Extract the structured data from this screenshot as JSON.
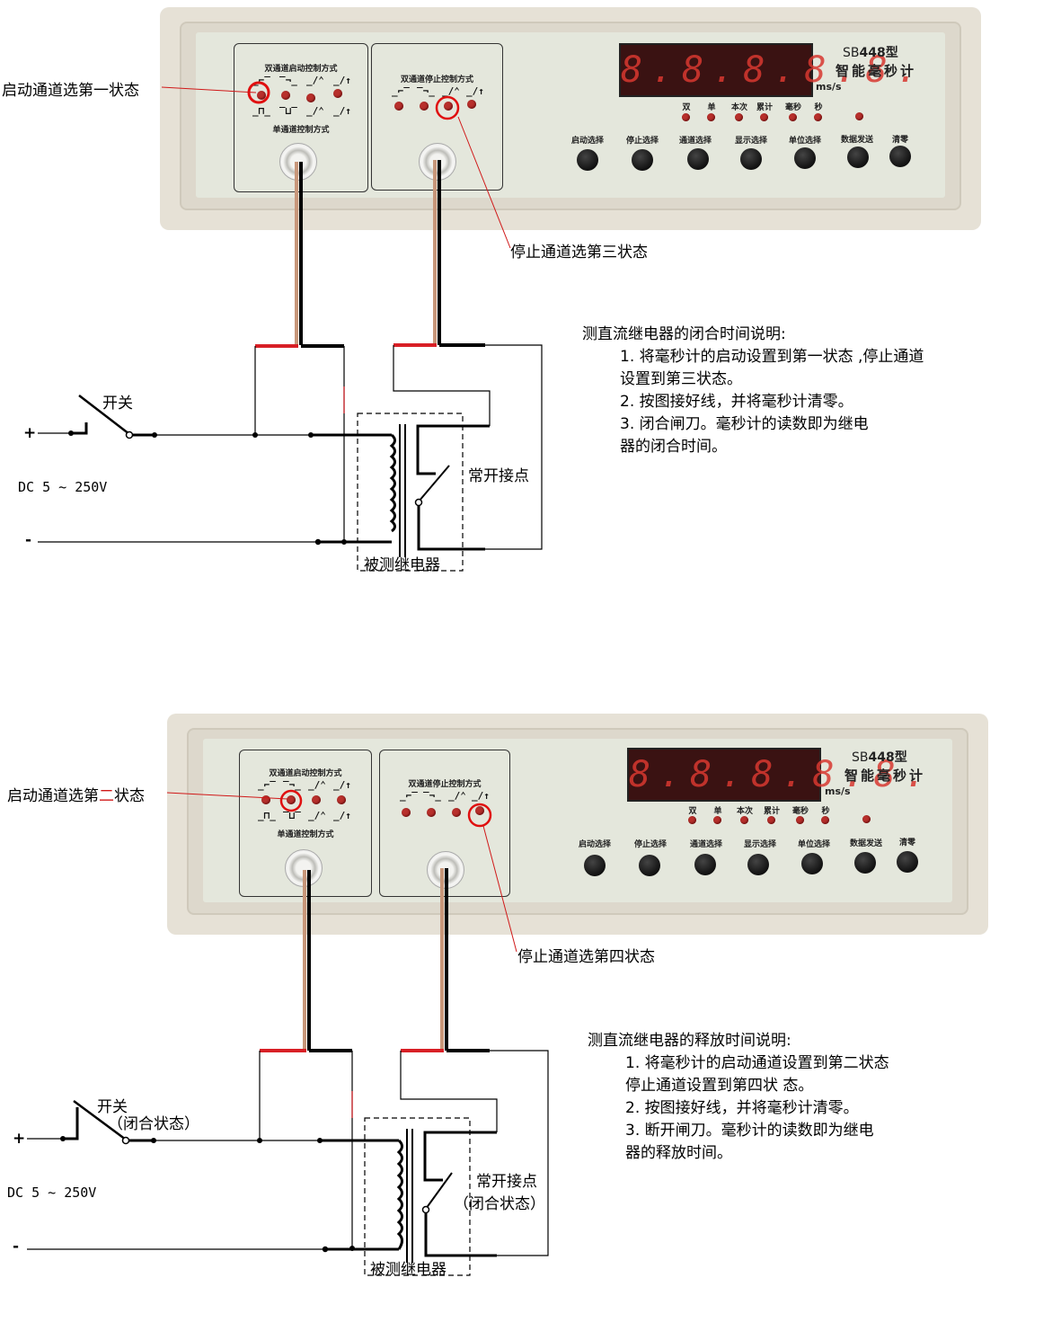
{
  "device": {
    "model_prefix": "SB",
    "model_number": "448型",
    "name": "智能毫秒计",
    "display_digits": "8.8.8.8.8.",
    "unit": "ms/s",
    "start_panel_title": "双通道启动控制方式",
    "start_panel_subtitle": "单通道控制方式",
    "stop_panel_title": "双通道停止控制方式",
    "start_waves_top": [
      "_⌐‾",
      "‾¬_",
      "_/⌃",
      "_/↑"
    ],
    "start_waves_bottom": [
      "_⊓_",
      "‾⊔‾",
      "_/⌃",
      "_/↑"
    ],
    "stop_waves": [
      "_⌐‾",
      "‾¬_",
      "_/⌃",
      "_/↑"
    ],
    "indicators": [
      "双",
      "单",
      "本次",
      "累计",
      "毫秒",
      "秒",
      ""
    ],
    "buttons": [
      "启动选择",
      "停止选择",
      "通道选择",
      "显示选择",
      "单位选择",
      "数据发送",
      "清零"
    ]
  },
  "diagram1": {
    "callout_start": "启动通道选第一状态",
    "callout_stop": "停止通道选第三状态",
    "switch_label": "开关",
    "switch_state": "",
    "plus": "+",
    "minus": "-",
    "supply": "DC 5 ~ 250V",
    "contact_label": "常开接点",
    "contact_state": "",
    "relay_label": "被测继电器",
    "note_title": "测直流继电器的闭合时间说明:",
    "note_lines": [
      "1. 将毫秒计的启动设置到第一状态 ,停止通道",
      "设置到第三状态。",
      "2. 按图接好线，并将毫秒计清零。",
      "3. 闭合闸刀。毫秒计的读数即为继电",
      "器的闭合时间。"
    ]
  },
  "diagram2": {
    "callout_start_a": "启动通道选第",
    "callout_start_b": "二",
    "callout_start_c": "状态",
    "callout_stop": "停止通道选第四状态",
    "switch_label": "开关",
    "switch_state": "（闭合状态）",
    "plus": "+",
    "minus": "-",
    "supply": "DC 5 ~ 250V",
    "contact_label": "常开接点",
    "contact_state": "（闭合状态）",
    "relay_label": "被测继电器",
    "note_title": "测直流继电器的释放时间说明:",
    "note_lines": [
      "1. 将毫秒计的启动通道设置到第二状态",
      "停止通道设置到第四状 态。",
      "2. 按图接好线，并将毫秒计清零。",
      "3. 断开闸刀。毫秒计的读数即为继电",
      "器的释放时间。"
    ]
  },
  "colors": {
    "callout": "#d01818",
    "wire_red": "#d81f26",
    "wire_brown": "#c8977a"
  }
}
